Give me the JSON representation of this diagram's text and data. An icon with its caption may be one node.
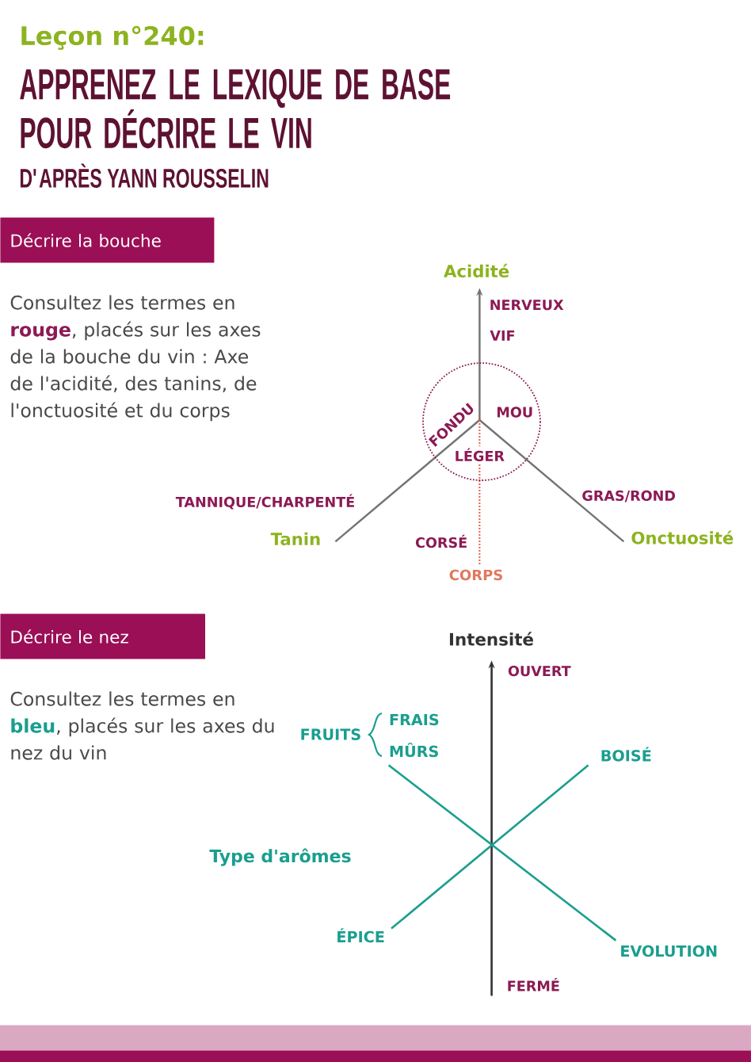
{
  "diagram": {
    "title": "APPRENEZ LE LEXIQUE DE BASE POUR DÉCRIRE LE VIN",
    "nodes": [
      {
        "text": [
          "Décrire la bouche"
        ]
      },
      {
        "text": [
          "Décrire le nez"
        ]
      }
    ],
    "labels": [
      "Leçon n°240:",
      "D'APRÈS YANN ROUSSELIN",
      "Consultez les termes en **rouge**, placés sur les axes de la bouche du vin : Axe de l'acidité, des tanins, de l'onctuosité et du corps",
      "Acidité",
      "NERVEUX",
      "VIF",
      "FONDU",
      "MOU",
      "LÉGER",
      "TANNIQUE/CHARPENTÉ",
      "GRAS/ROND",
      "Tanin",
      "CORSÉ",
      "Onctuosité",
      "CORPS",
      "Consultez les termes en **bleu**, placés sur les axes du nez du vin",
      "Intensité",
      "OUVERT",
      "FRAIS",
      "FRUITS",
      "MÛRS",
      "BOISÉ",
      "Type d'arômes",
      "ÉPICE",
      "EVOLUTION",
      "FERMÉ"
    ]
  }
}
